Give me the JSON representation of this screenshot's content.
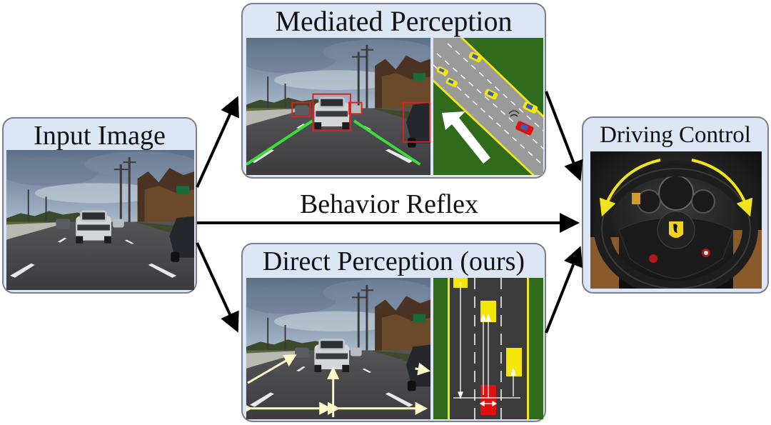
{
  "input_panel": {
    "title": "Input Image"
  },
  "mediated_panel": {
    "title": "Mediated Perception"
  },
  "direct_panel": {
    "title": "Direct Perception (ours)"
  },
  "control_panel": {
    "title": "Driving Control"
  },
  "reflex_label": "Behavior Reflex",
  "colors": {
    "panel_fill": "#dde6f5",
    "arrow": "#000000",
    "lane_mark": "#3ddc3d",
    "detection_box": "#e02020",
    "indicator_arrow": "#fff8c8",
    "ego_car": "#e01010",
    "other_car": "#f5e60a",
    "grass": "#2f6b1a",
    "road": "#9a9a9a",
    "wheel_arrow": "#f2e41c"
  },
  "icons": [
    "road-photo",
    "top-down-map",
    "steering-wheel-photo",
    "ferrari-logo-icon"
  ]
}
